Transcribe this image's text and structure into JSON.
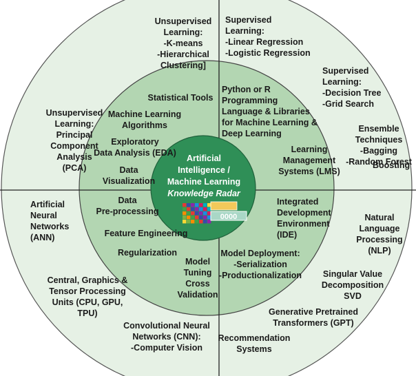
{
  "title_lines": [
    "Artificial",
    "Intelligence /",
    "Machine Learning"
  ],
  "subtitle": "Knowledge Radar",
  "colors": {
    "outer_ring": "#e6f1e5",
    "middle_ring": "#b3d6b2",
    "inner_circle": "#2f8f57",
    "grid_lines": "#222222"
  },
  "outer_ring": {
    "top_left": [
      [
        "Unsupervised",
        "Learning:",
        "-K-means",
        "-Hierarchical",
        "Clustering]"
      ],
      [
        "Unsupervised",
        "Learning:",
        "Principal",
        "Component",
        "Analysis",
        "(PCA)"
      ]
    ],
    "top_right": [
      [
        "Supervised",
        "Learning:",
        "-Linear Regression",
        "-Logistic Regression"
      ],
      [
        "Supervised",
        "Learning:",
        "-Decision Tree",
        "-Grid Search"
      ],
      [
        "Ensemble",
        "Techniques",
        "-Bagging",
        "-Random Forest"
      ],
      [
        "Boosting"
      ]
    ],
    "bottom_left": [
      [
        "Artificial",
        "Neural",
        "Networks",
        "(ANN)"
      ],
      [
        "Central, Graphics &",
        "Tensor Processing",
        "Units (CPU, GPU,",
        "TPU)"
      ],
      [
        "Convolutional Neural",
        "Networks (CNN):",
        "-Computer Vision"
      ]
    ],
    "bottom_right": [
      [
        "Natural",
        "Language",
        "Processing",
        "(NLP)"
      ],
      [
        "Singular Value",
        "Decomposition",
        "SVD"
      ],
      [
        "Generative Pretrained",
        "Transformers (GPT)"
      ],
      [
        "Recommendation",
        "Systems"
      ]
    ]
  },
  "middle_ring": {
    "top_left": [
      [
        "Statistical Tools"
      ],
      [
        "Machine Learning",
        "Algorithms"
      ],
      [
        "Exploratory",
        "Data Analysis (EDA)"
      ],
      [
        "Data",
        "Visualization"
      ]
    ],
    "top_right": [
      [
        "Python or R",
        "Programming",
        "Language & Libraries",
        "for Machine Learning &",
        "Deep Learning"
      ],
      [
        "Learning",
        "Management",
        "Systems (LMS)"
      ]
    ],
    "bottom_left": [
      [
        "Data",
        "Pre-processing"
      ],
      [
        "Feature Engineering"
      ],
      [
        "Regularization"
      ],
      [
        "Model",
        "Tuning",
        "Cross",
        "Validation"
      ]
    ],
    "bottom_right": [
      [
        "Integrated",
        "Development",
        "Environment",
        "(IDE)"
      ],
      [
        "Model Deployment:",
        "-Serialization",
        "-Productionalization"
      ]
    ]
  },
  "logo": {
    "palette": [
      "#e53935",
      "#1e88e5",
      "#fdd835",
      "#43a047",
      "#8e24aa",
      "#00acc1",
      "#fb8c00",
      "#3949ab",
      "#d81b60",
      "#7cb342"
    ],
    "box_text": "0000"
  }
}
